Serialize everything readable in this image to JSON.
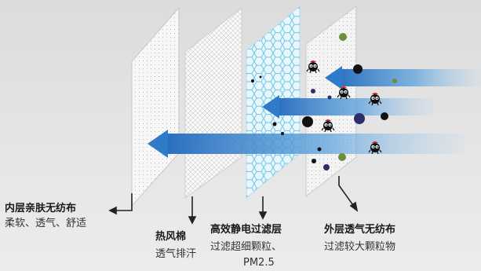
{
  "layers": [
    {
      "title": "内层亲肤无纺布",
      "desc": "柔软、透气、舒适"
    },
    {
      "title": "热风棉",
      "desc": "透气排汗"
    },
    {
      "title": "高效静电过滤层",
      "desc": "过滤超细颗粒、",
      "desc2": "PM2.5"
    },
    {
      "title": "外层透气无纺布",
      "desc": "过滤较大颗粒物"
    }
  ],
  "colors": {
    "arrow_blue": "#2f7bc8",
    "hex_cyan": "#bfe6f5",
    "bacteria_red": "#d3222b",
    "particle_navy": "#2a2f6b",
    "particle_green": "#6b8e3a"
  }
}
